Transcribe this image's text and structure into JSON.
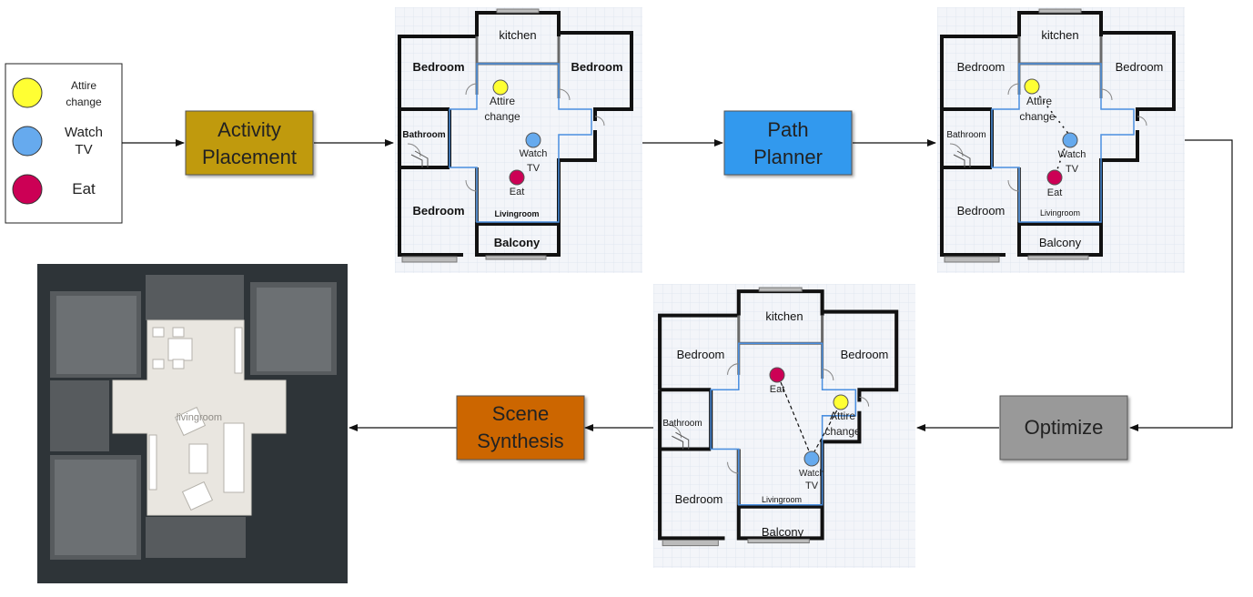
{
  "legend": {
    "items": [
      {
        "label_line1": "Attire",
        "label_line2": "change",
        "color": "#FFFF33"
      },
      {
        "label_line1": "Watch",
        "label_line2": "TV",
        "color": "#66AAEE"
      },
      {
        "label_line1": "Eat",
        "label_line2": "",
        "color": "#CC0055"
      }
    ]
  },
  "steps": {
    "activity_placement": {
      "line1": "Activity",
      "line2": "Placement",
      "color": "#C09A0A"
    },
    "path_planner": {
      "line1": "Path",
      "line2": "Planner",
      "color": "#3399EE"
    },
    "optimize": {
      "line1": "Optimize",
      "color": "#999999"
    },
    "scene_synthesis": {
      "line1": "Scene",
      "line2": "Synthesis",
      "color": "#CC6600"
    }
  },
  "plan1": {
    "rooms": {
      "kitchen": "kitchen",
      "bedroom_tl": "Bedroom",
      "bedroom_tr": "Bedroom",
      "bathroom": "Bathroom",
      "bedroom_bl": "Bedroom",
      "livingroom": "Livingroom",
      "balcony": "Balcony"
    },
    "activities": {
      "attire_1": "Attire",
      "attire_2": "change",
      "watch_1": "Watch",
      "watch_2": "TV",
      "eat": "Eat"
    }
  },
  "plan2": {
    "rooms": {
      "kitchen": "kitchen",
      "bedroom_tl": "Bedroom",
      "bedroom_tr": "Bedroom",
      "bathroom": "Bathroom",
      "bedroom_bl": "Bedroom",
      "livingroom": "Livingroom",
      "balcony": "Balcony"
    },
    "activities": {
      "attire_1": "Attire",
      "attire_2": "change",
      "watch_1": "Watch",
      "watch_2": "TV",
      "eat": "Eat"
    }
  },
  "plan3": {
    "rooms": {
      "kitchen": "kitchen",
      "bedroom_tl": "Bedroom",
      "bedroom_tr": "Bedroom",
      "bathroom": "Bathroom",
      "bedroom_bl": "Bedroom",
      "livingroom": "Livingroom",
      "balcony": "Balcony"
    },
    "activities": {
      "attire_1": "Attire",
      "attire_2": "change",
      "watch_1": "Watch",
      "watch_2": "TV",
      "eat": "Eat"
    }
  },
  "render": {
    "livingroom": "livingroom"
  }
}
